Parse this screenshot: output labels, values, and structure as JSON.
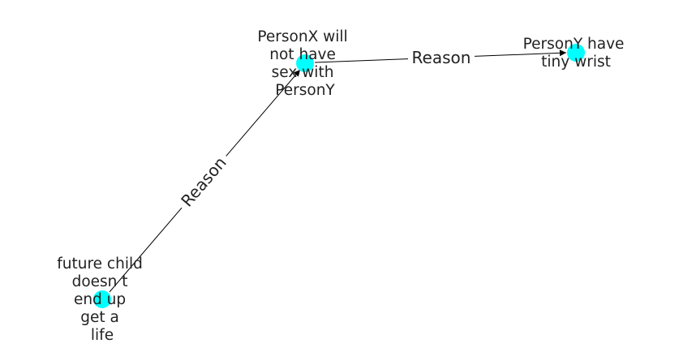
{
  "graph": {
    "node_color": "#00FFFF",
    "nodes": [
      {
        "id": "a",
        "lines": [
          "PersonX will",
          "not have",
          "sex with",
          "PersonY"
        ]
      },
      {
        "id": "b",
        "lines": [
          "PersonY have",
          "tiny wrist"
        ]
      },
      {
        "id": "c",
        "lines": [
          "future child",
          "doesn t",
          "end up",
          "get a",
          "life"
        ]
      }
    ],
    "edges": [
      {
        "from": "a",
        "to": "b",
        "label": "Reason"
      },
      {
        "from": "c",
        "to": "a",
        "label": "Reason"
      }
    ]
  }
}
